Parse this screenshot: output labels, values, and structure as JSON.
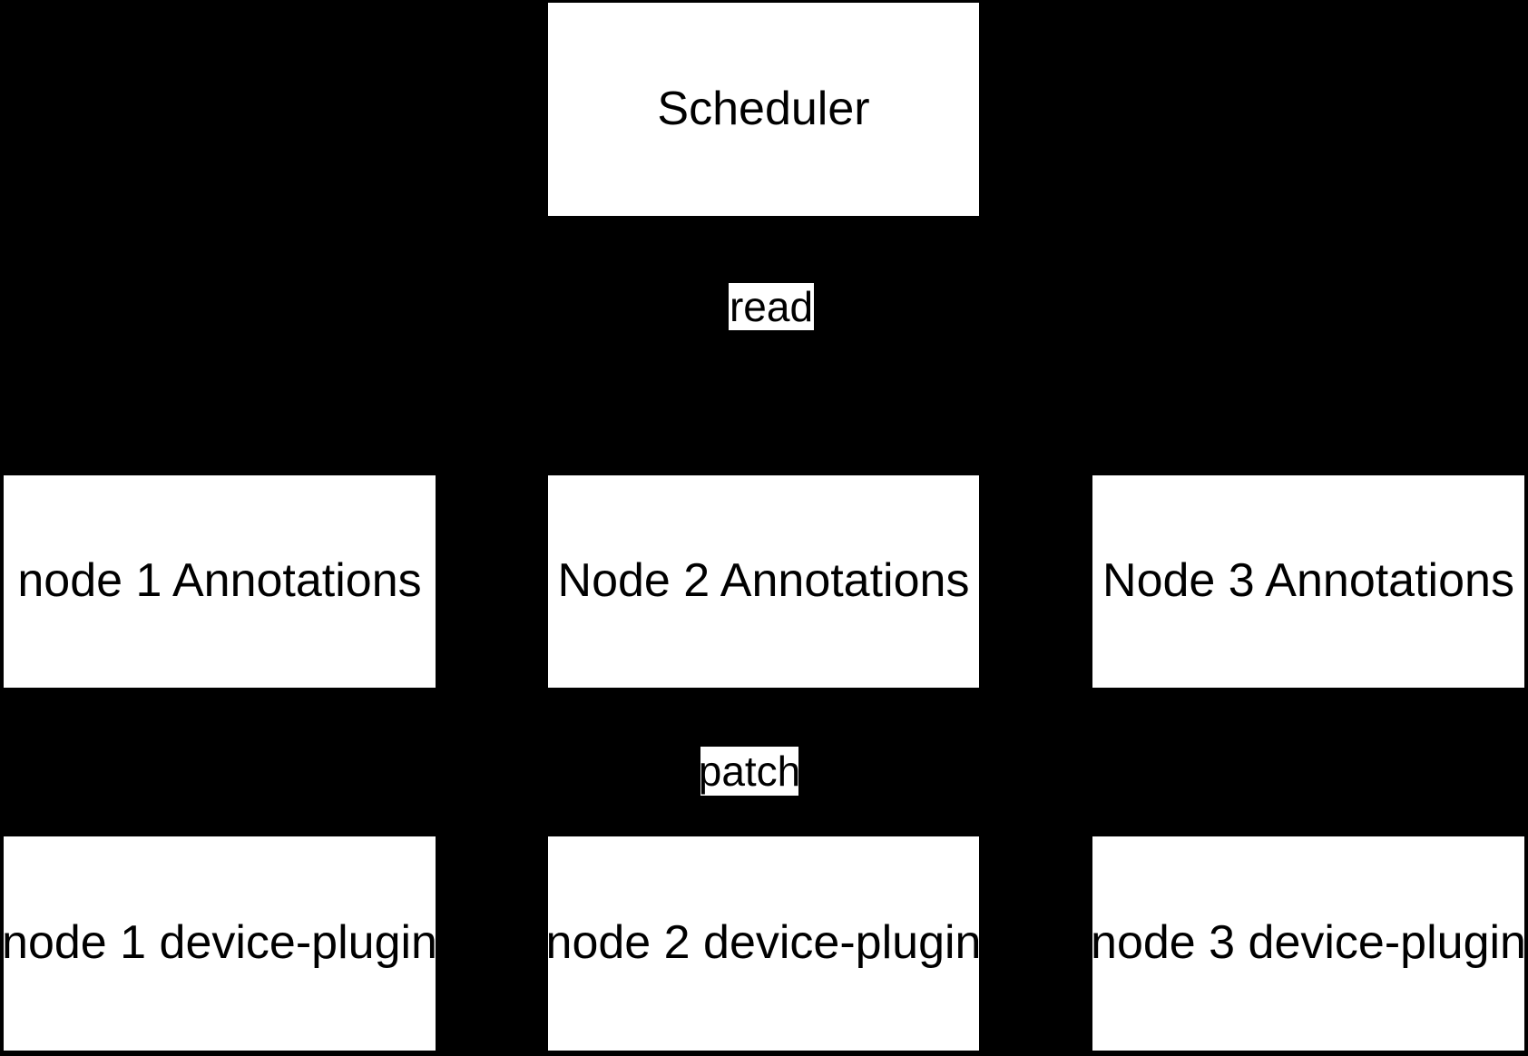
{
  "diagram": {
    "title": "Scheduler / device-plugin annotation flow",
    "colors": {
      "background": "#000000",
      "node_fill": "#ffffff",
      "node_text": "#000000"
    },
    "scheduler": {
      "label": "Scheduler"
    },
    "edge_labels": {
      "read": "read",
      "patch": "patch"
    },
    "annotations_row": [
      {
        "label": "node 1 Annotations"
      },
      {
        "label": "Node 2 Annotations"
      },
      {
        "label": "Node 3 Annotations"
      }
    ],
    "device_plugin_row": [
      {
        "label": "node 1 device-plugin"
      },
      {
        "label": "node 2 device-plugin"
      },
      {
        "label": "node 3 device-plugin"
      }
    ]
  }
}
